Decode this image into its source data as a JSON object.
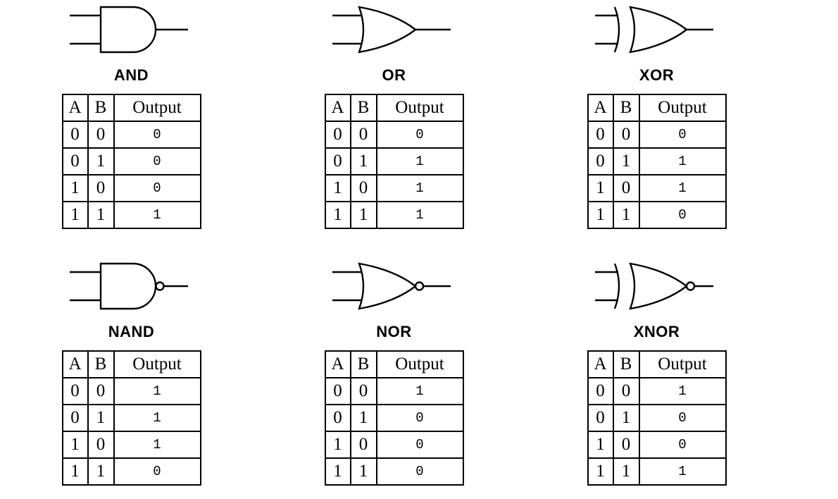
{
  "colors": {
    "ink": "#000000",
    "paper": "#ffffff"
  },
  "table_headers": {
    "a": "A",
    "b": "B",
    "output": "Output"
  },
  "gates": [
    {
      "label": "AND",
      "icon": "and-gate",
      "rows": [
        [
          "0",
          "0",
          "0"
        ],
        [
          "0",
          "1",
          "0"
        ],
        [
          "1",
          "0",
          "0"
        ],
        [
          "1",
          "1",
          "1"
        ]
      ]
    },
    {
      "label": "OR",
      "icon": "or-gate",
      "rows": [
        [
          "0",
          "0",
          "0"
        ],
        [
          "0",
          "1",
          "1"
        ],
        [
          "1",
          "0",
          "1"
        ],
        [
          "1",
          "1",
          "1"
        ]
      ]
    },
    {
      "label": "XOR",
      "icon": "xor-gate",
      "rows": [
        [
          "0",
          "0",
          "0"
        ],
        [
          "0",
          "1",
          "1"
        ],
        [
          "1",
          "0",
          "1"
        ],
        [
          "1",
          "1",
          "0"
        ]
      ]
    },
    {
      "label": "NAND",
      "icon": "nand-gate",
      "rows": [
        [
          "0",
          "0",
          "1"
        ],
        [
          "0",
          "1",
          "1"
        ],
        [
          "1",
          "0",
          "1"
        ],
        [
          "1",
          "1",
          "0"
        ]
      ]
    },
    {
      "label": "NOR",
      "icon": "nor-gate",
      "rows": [
        [
          "0",
          "0",
          "1"
        ],
        [
          "0",
          "1",
          "0"
        ],
        [
          "1",
          "0",
          "0"
        ],
        [
          "1",
          "1",
          "0"
        ]
      ]
    },
    {
      "label": "XNOR",
      "icon": "xnor-gate",
      "rows": [
        [
          "0",
          "0",
          "1"
        ],
        [
          "0",
          "1",
          "0"
        ],
        [
          "1",
          "0",
          "0"
        ],
        [
          "1",
          "1",
          "1"
        ]
      ]
    }
  ]
}
